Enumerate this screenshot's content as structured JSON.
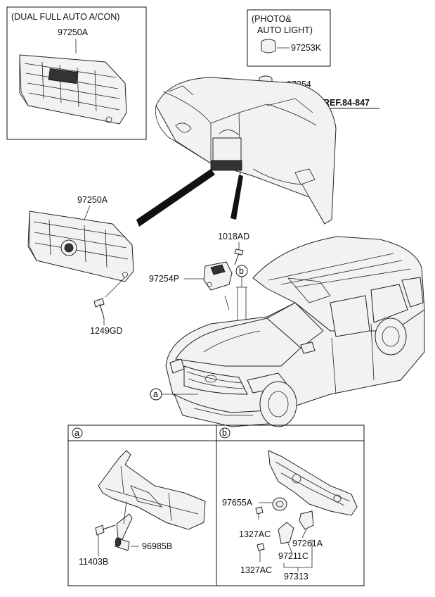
{
  "boxes": {
    "dual_auto_title": "(DUAL FULL AUTO A/CON)",
    "photo_title_line1": "(PHOTO&",
    "photo_title_line2": "AUTO LIGHT)"
  },
  "labels": {
    "p97250A_top": "97250A",
    "p97253K": "97253K",
    "p97254": "97254",
    "ref": "REF.84-847",
    "p97250A_mid": "97250A",
    "p1018AD": "1018AD",
    "p97254P": "97254P",
    "p1249GD": "1249GD",
    "callout_b": "b",
    "callout_a": "a"
  },
  "detail_a": {
    "callout": "a",
    "p11403B": "11403B",
    "p96985B": "96985B"
  },
  "detail_b": {
    "callout": "b",
    "p97655A": "97655A",
    "p1327AC_1": "1327AC",
    "p97261A": "97261A",
    "p97211C": "97211C",
    "p1327AC_2": "1327AC",
    "p97313": "97313"
  },
  "colors": {
    "line": "#111111",
    "background": "#ffffff"
  }
}
